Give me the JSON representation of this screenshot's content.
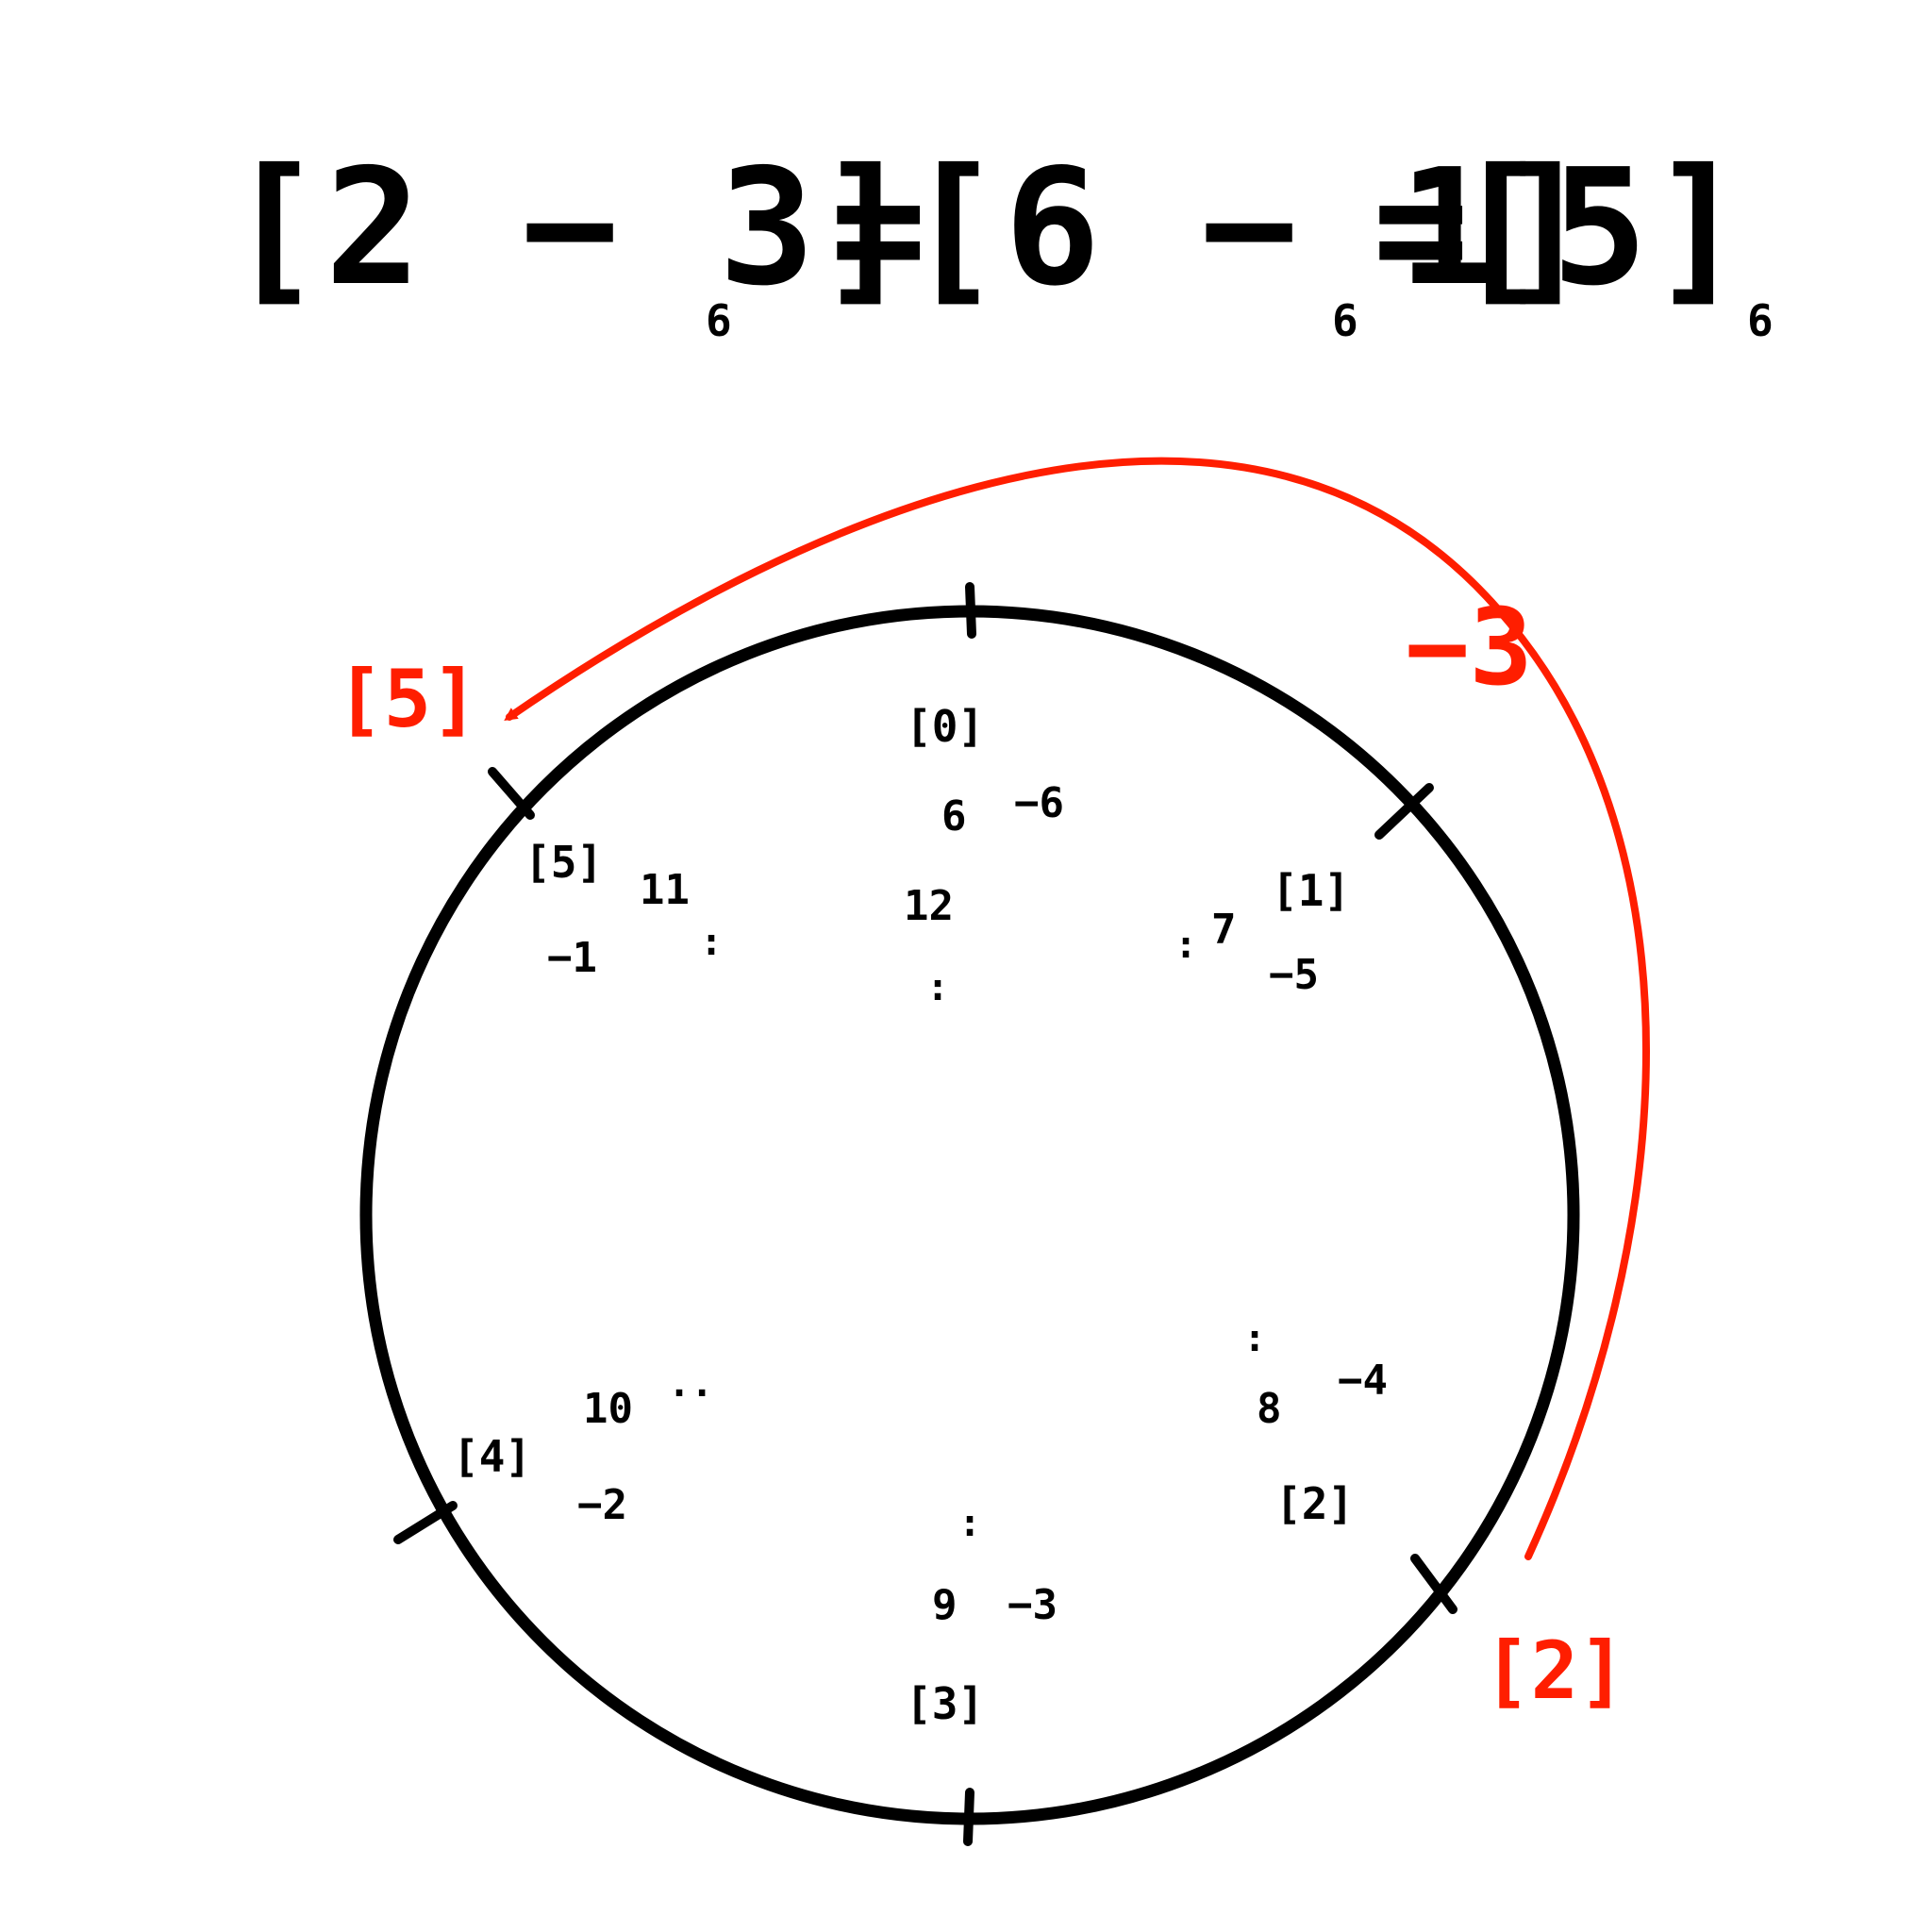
{
  "equation": {
    "left_expr": "[2 − 3]",
    "left_sub": "6",
    "eq1": "=",
    "mid_expr": "[6 − 1]",
    "mid_sub": "6",
    "eq2": "=",
    "right_expr": "[5]",
    "right_sub": "6"
  },
  "clock": {
    "classes": [
      {
        "id": "c0",
        "class_label": "[0]",
        "alt_values": [
          "6",
          "−6",
          "12"
        ],
        "dots": ":"
      },
      {
        "id": "c1",
        "class_label": "[1]",
        "alt_values": [
          "7",
          "−5"
        ],
        "dots": ":"
      },
      {
        "id": "c2",
        "class_label": "[2]",
        "alt_values": [
          "8",
          "−4"
        ],
        "dots": ":"
      },
      {
        "id": "c3",
        "class_label": "[3]",
        "alt_values": [
          "9",
          "−3"
        ],
        "dots": ":"
      },
      {
        "id": "c4",
        "class_label": "[4]",
        "alt_values": [
          "10",
          "−2"
        ],
        "dots": ".."
      },
      {
        "id": "c5",
        "class_label": "[5]",
        "alt_values": [
          "11",
          "−1"
        ],
        "dots": ":"
      }
    ]
  },
  "annotation": {
    "start_label": "[2]",
    "step_label": "−3",
    "end_label": "[5]"
  },
  "colors": {
    "ink": "#000000",
    "annotation": "#ff1e00",
    "background": "#ffffff"
  }
}
